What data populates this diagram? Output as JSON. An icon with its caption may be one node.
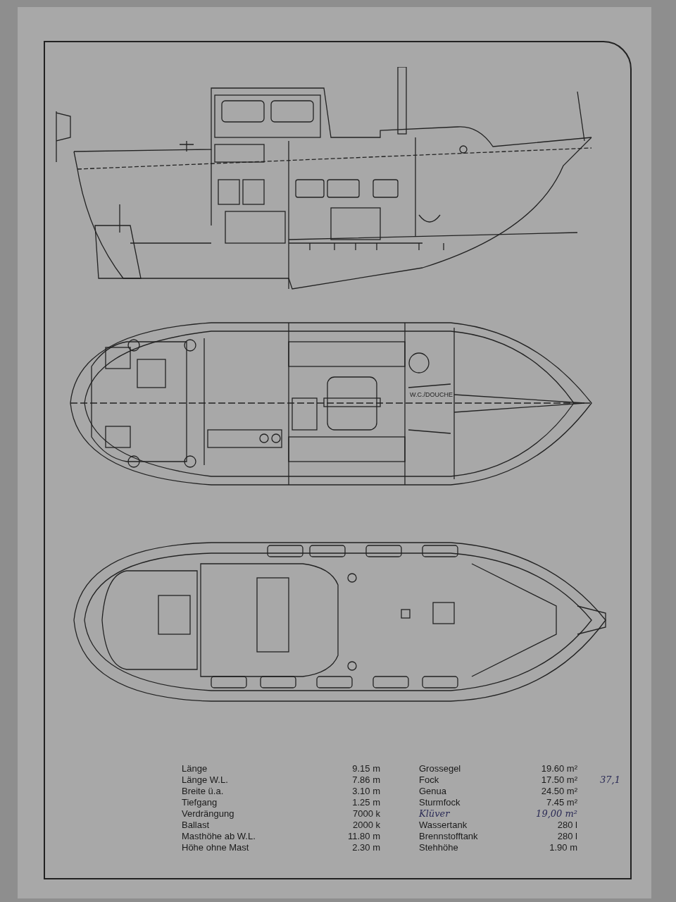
{
  "diagram": {
    "labels": [
      "Länge",
      "9.15 m",
      "Grossegel",
      "19.60 m²",
      "Länge W.L.",
      "7.86 m",
      "Fock",
      "17.50 m²",
      "37,1",
      "Breite ü.a.",
      "3.10 m",
      "Genua",
      "24.50 m²",
      "Tiefgang",
      "1.25 m",
      "Sturmfock",
      "7.45 m²",
      "Verdrängung",
      "7000 k",
      "Klüver",
      "19,00 m²",
      "Ballast",
      "2000 k",
      "Wassertank",
      "280 l",
      "Masthöhe ab W.L.",
      "11.80 m",
      "Brennstofftank",
      "280 l",
      "Höhe ohne Mast",
      "2.30 m",
      "Stehhöhe",
      "1.90 m",
      "W.C./DOUCHE"
    ]
  }
}
